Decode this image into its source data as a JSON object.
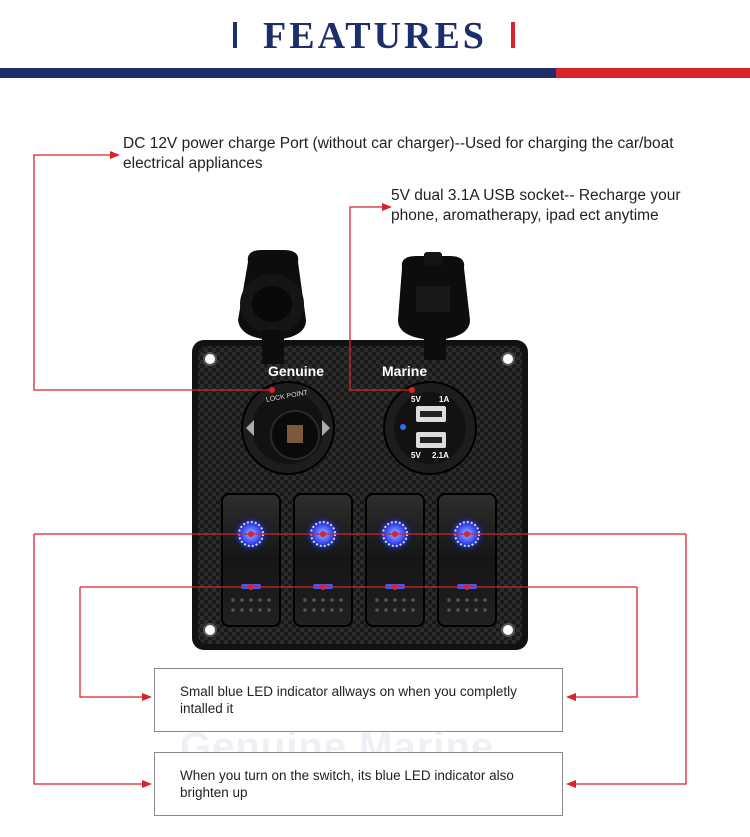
{
  "header": {
    "title": "FEATURES",
    "accent_blue": "#1c2d6b",
    "accent_red": "#d8232a"
  },
  "callouts": {
    "dc_port": "DC 12V power charge Port (without car charger)--Used for charging the car/boat electrical appliances",
    "usb": "5V dual 3.1A USB socket-- Recharge your phone, aromatherapy, ipad ect anytime"
  },
  "panel": {
    "brand_left": "Genuine",
    "brand_right": "Marine",
    "lock_text": "LOCK  POINT",
    "usb_top_volt": "5V",
    "usb_top_amp": "1A",
    "usb_bottom_volt": "5V",
    "usb_bottom_amp": "2.1A",
    "switch_count": 4
  },
  "boxes": {
    "small_led": "Small blue LED indicator allways on when you completly intalled it",
    "switch_led": "When you turn on the switch, its blue LED indicator also brighten up"
  },
  "watermark": "Genuine Marine",
  "line_color": "#d8232a"
}
